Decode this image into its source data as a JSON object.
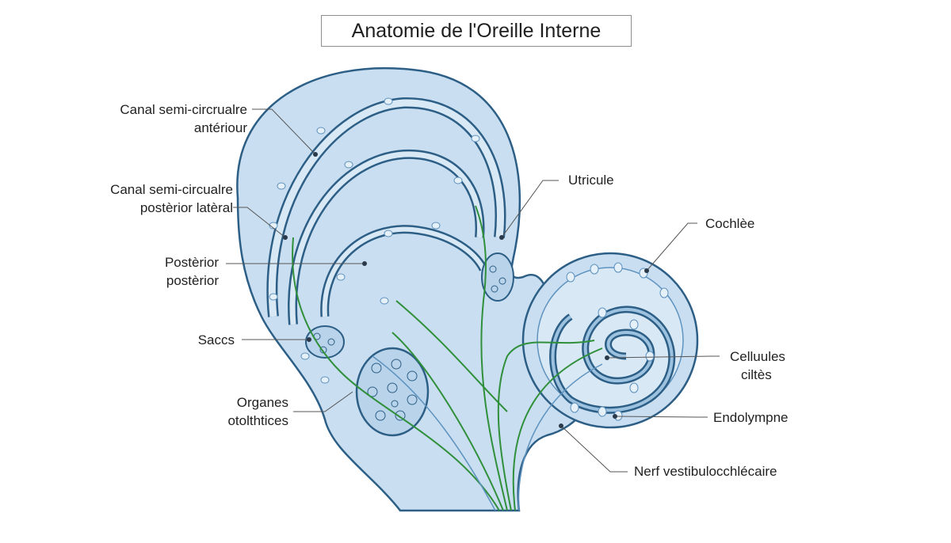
{
  "title": "Anatomie de l'Oreille Interne",
  "labels": {
    "anterior_canal": [
      "Canal semi-circrualre",
      "antériour"
    ],
    "posterior_lateral_canal": [
      "Canal semi-circualre",
      "postèrior latèral"
    ],
    "posterior": [
      "Postèrior",
      "postèrior"
    ],
    "saccs": [
      "Saccs"
    ],
    "otolithic_organs": [
      "Organes",
      "otolthtices"
    ],
    "utricule": [
      "Utricule"
    ],
    "cochlee": [
      "Cochlèe"
    ],
    "hair_cells": [
      "Celluules",
      "ciltès"
    ],
    "endolymph": [
      "Endolympne"
    ],
    "nerve": [
      "Nerf vestibulocchlécaire"
    ]
  },
  "colors": {
    "tissue_fill": "#cfe3f2",
    "tissue_fill_light": "#dcebf6",
    "membrane_stroke": "#2d5f86",
    "duct_stroke": "#5f93bf",
    "nerve_green": "#2f8f3a",
    "leader_line": "#555555"
  }
}
